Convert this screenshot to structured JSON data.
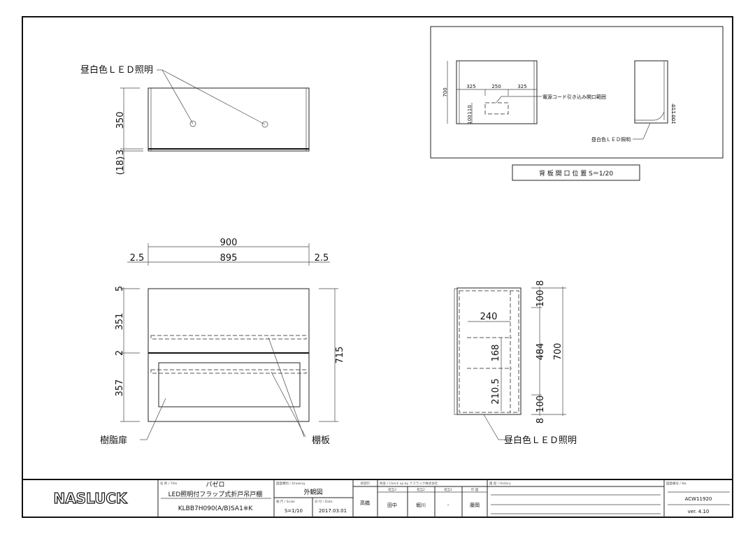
{
  "top_view": {
    "led_label": "昼白色ＬＥＤ照明",
    "dims": [
      "350",
      "3",
      "(18)"
    ]
  },
  "inset": {
    "caption": "背 板 開 口 位 置 S＝1/20",
    "dims_h": [
      "325",
      "250",
      "325"
    ],
    "dim_height": "700",
    "dims_v": [
      "100",
      "110"
    ],
    "cord_label": "電源コード引き込み開口範囲",
    "side_dims": [
      "100",
      "110"
    ],
    "led_label": "昼白色ＬＥＤ照明"
  },
  "front_view": {
    "width_total": "900",
    "width_inner": "895",
    "margin_left": "2.5",
    "margin_right": "2.5",
    "left_dims": [
      "5",
      "351",
      "2",
      "357"
    ],
    "height": "715",
    "door_label": "樹脂扉",
    "shelf_label": "棚板"
  },
  "side_view": {
    "depth_dim": "240",
    "dims_inner": [
      "168",
      "210.5"
    ],
    "right_dims": [
      "8",
      "100",
      "484",
      "100",
      "8"
    ],
    "height": "700",
    "led_label": "昼白色ＬＥＤ照明"
  },
  "title_block": {
    "logo": "NASLUCK",
    "title_header": "名 称 / Title",
    "series": "パゼロ",
    "product": "LED照明付フラップ式折戸吊戸棚",
    "model": "KLBB7H090(A/B)SA1※K",
    "drawing_header": "図面種別 / Drawing",
    "drawing": "外観図",
    "scale_header": "縮 尺 / Scale",
    "scale": "S=1/10",
    "date_header": "日 付 / Date",
    "date": "2017.03.01",
    "approval_header": "承認印",
    "approver": "高橋",
    "check_header": "照査 / Check up by ナスラック株式会社",
    "check_cols": [
      {
        "h": "担当3",
        "v": "田中"
      },
      {
        "h": "担当2",
        "v": "堀川"
      },
      {
        "h": "担当1",
        "v": "-"
      },
      {
        "h": "作 図",
        "v": "藤岡"
      }
    ],
    "history_header": "履 歴 / History",
    "no_header": "図面番号 / No.",
    "number": "ACW11920",
    "version": "ver. 4.10"
  }
}
